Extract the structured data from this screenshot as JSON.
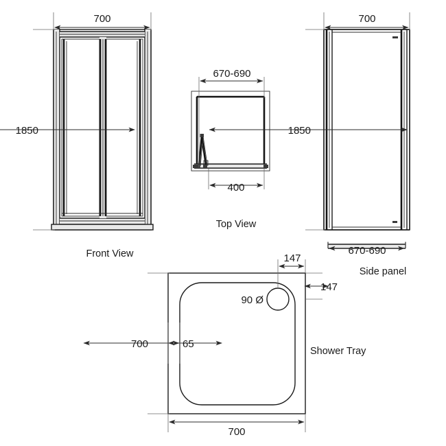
{
  "drawing": {
    "title": "Shower Enclosure Technical Drawing",
    "units": "mm",
    "line_color": "#1a1a1a",
    "background": "#ffffff"
  },
  "front_view": {
    "label": "Front View",
    "width_dim": "700",
    "height_dim": "1850"
  },
  "top_view": {
    "label": "Top View",
    "width_dim": "670-690",
    "opening_dim": "400"
  },
  "side_panel": {
    "label": "Side panel",
    "width_dim": "700",
    "height_dim": "1850",
    "depth_dim": "670-690"
  },
  "shower_tray": {
    "label": "Shower Tray",
    "width_dim": "700",
    "depth_dim": "700",
    "waste_dim": "90 Ø",
    "waste_offset_x": "147",
    "waste_offset_y": "147",
    "rim_dim": "65"
  }
}
